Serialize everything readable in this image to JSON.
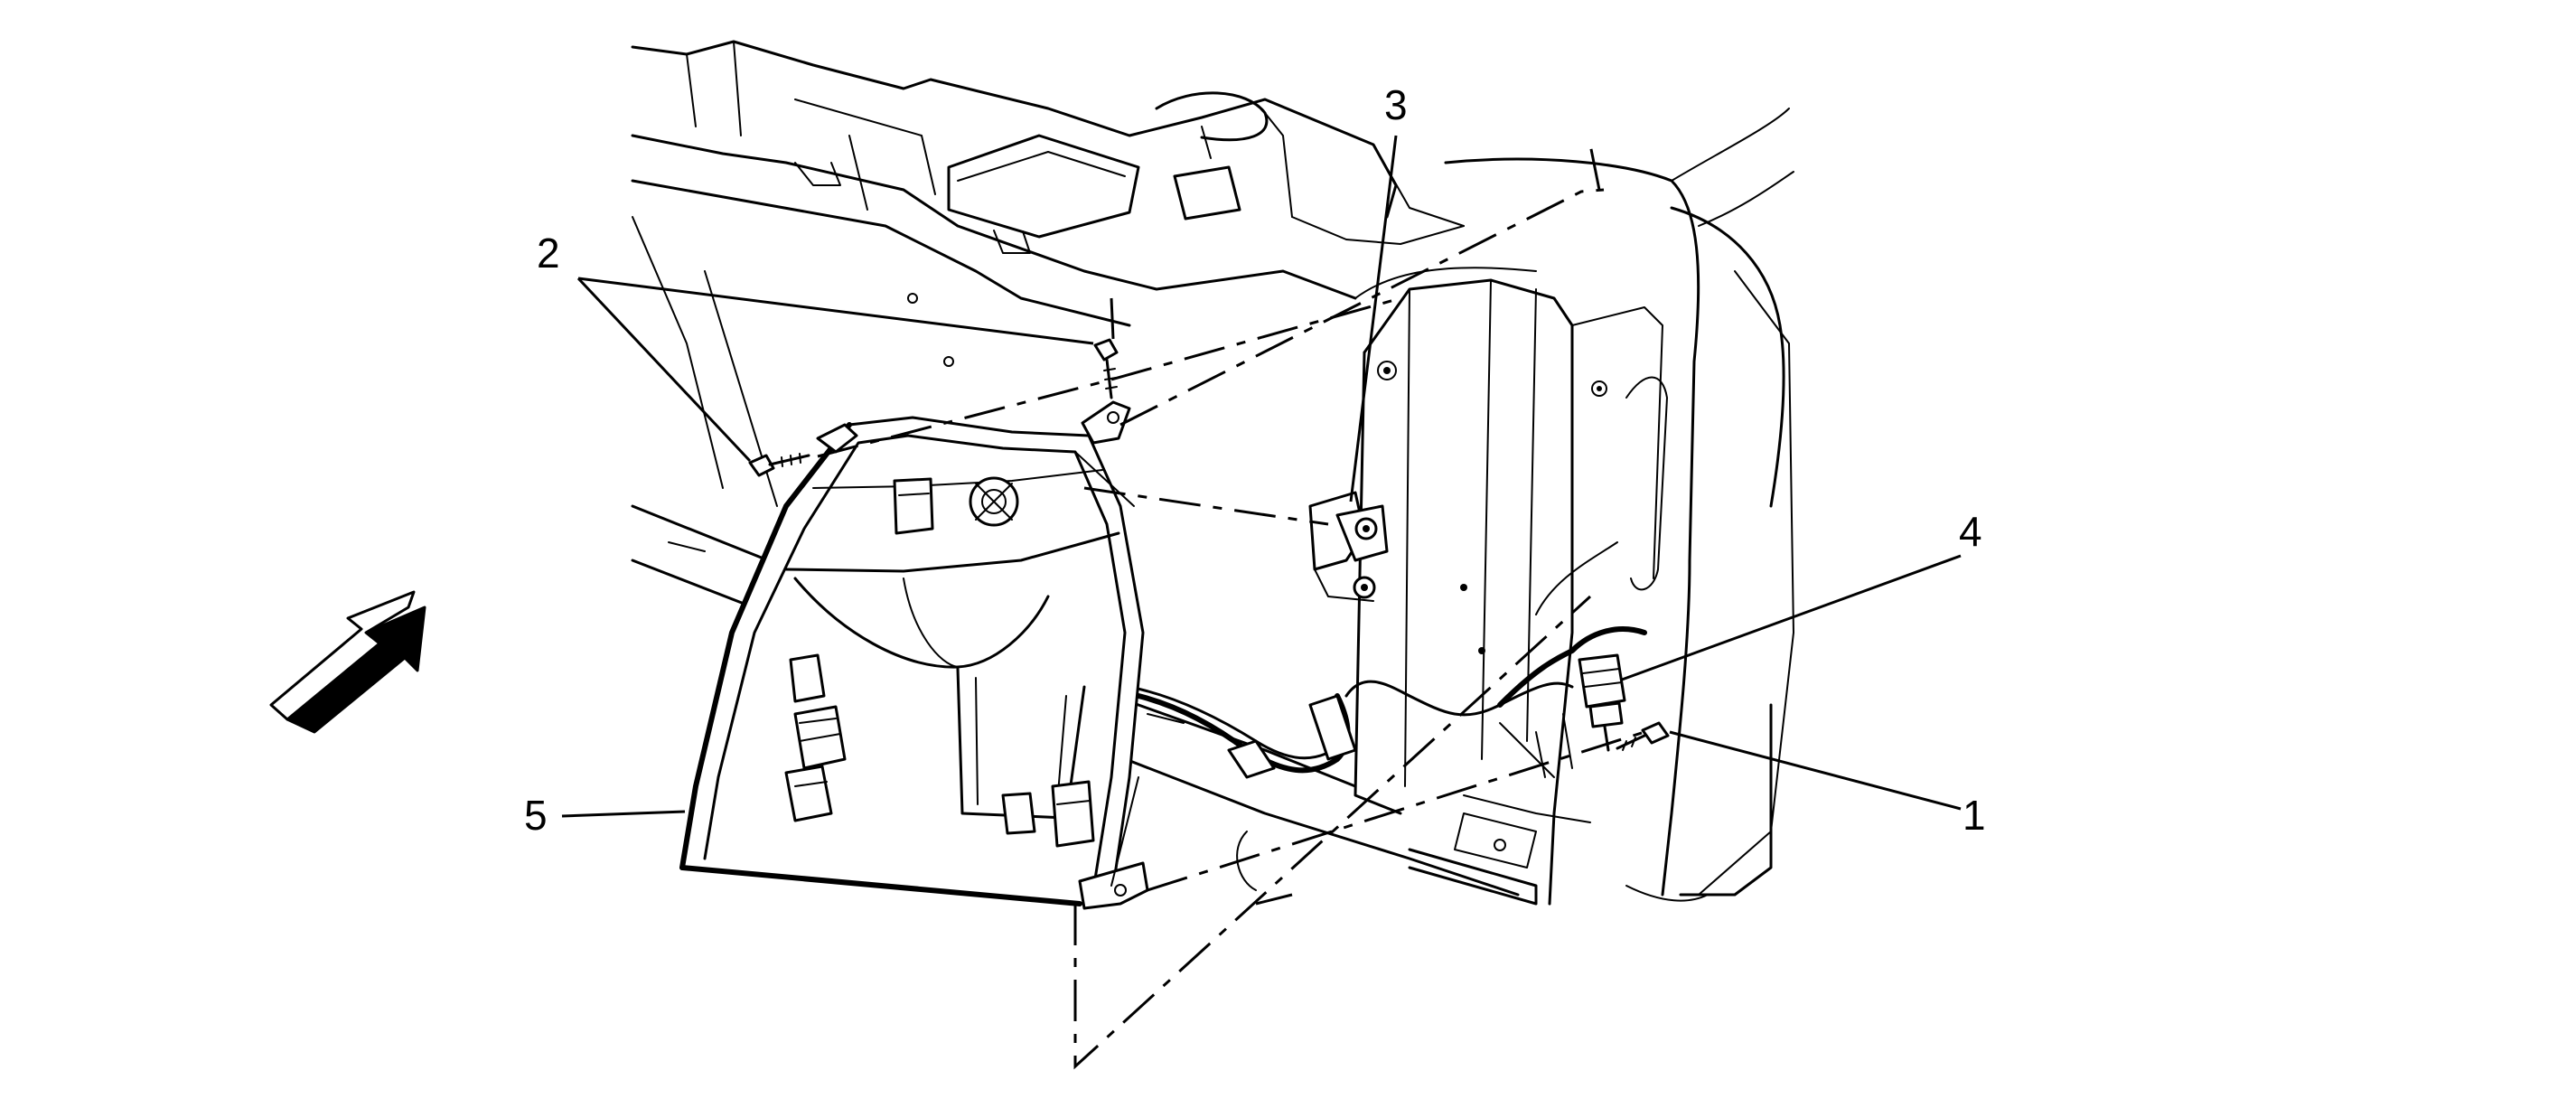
{
  "diagram": {
    "callouts": [
      {
        "id": "1",
        "label": "1",
        "part": "lower-bolt"
      },
      {
        "id": "2",
        "label": "2",
        "part": "upper-bolts"
      },
      {
        "id": "3",
        "label": "3",
        "part": "mounting-bracket"
      },
      {
        "id": "4",
        "label": "4",
        "part": "electrical-connector"
      },
      {
        "id": "5",
        "label": "5",
        "part": "headlamp-assembly"
      }
    ],
    "direction_arrow": {
      "icon": "front-of-vehicle-arrow-icon"
    },
    "colors": {
      "line": "#000000",
      "background": "#ffffff"
    }
  }
}
